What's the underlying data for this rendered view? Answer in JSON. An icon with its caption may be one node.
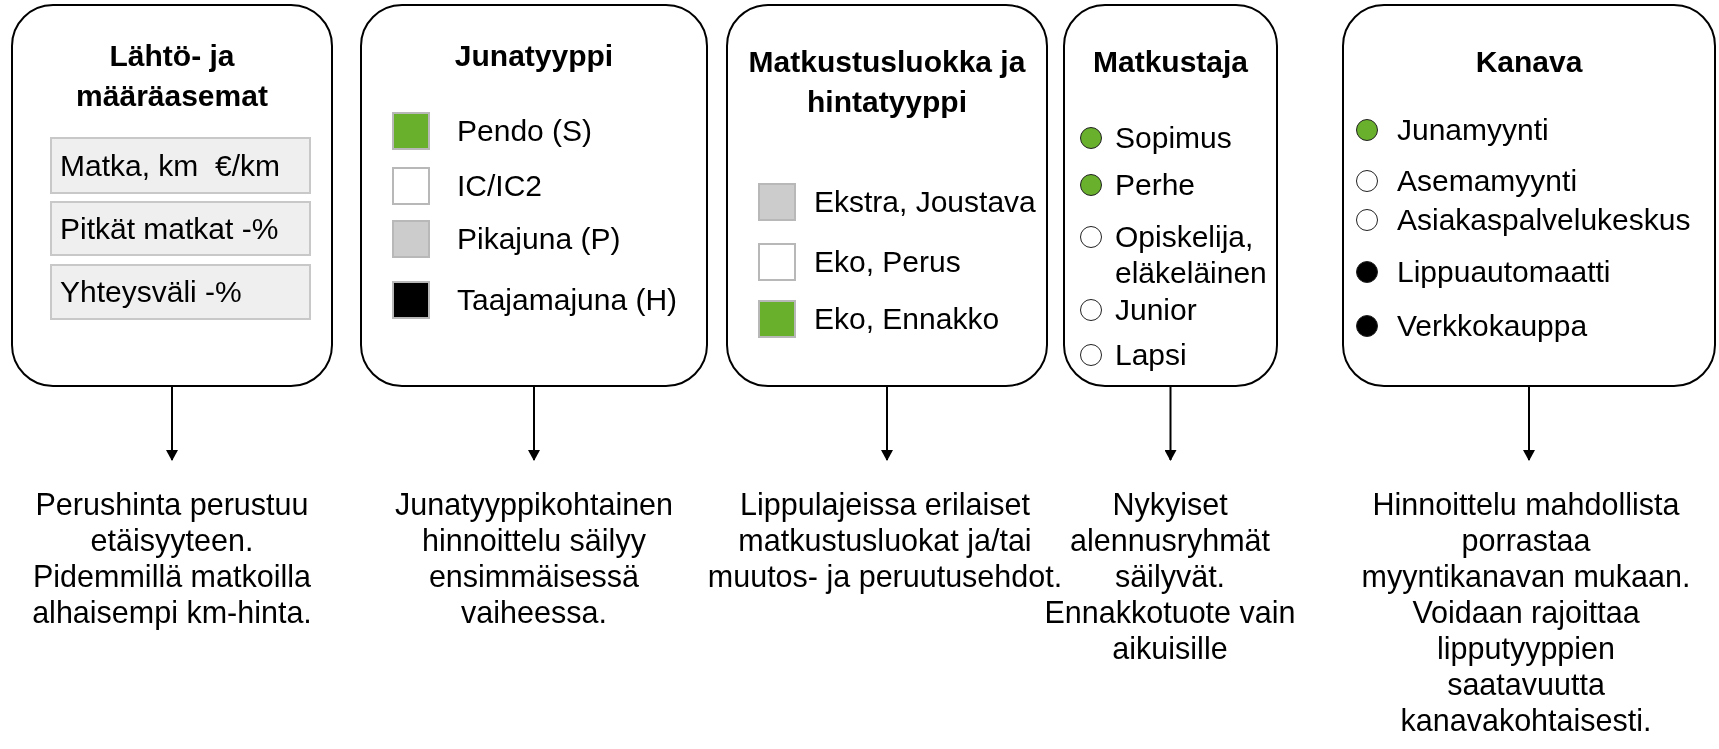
{
  "diagram": {
    "nodes": [
      {
        "text": [
          "Lähtö- ja määräasemat"
        ]
      },
      {
        "text": [
          "Matka, km  €/km"
        ],
        "in": 0
      },
      {
        "text": [
          "Pitkät matkat -%"
        ],
        "in": 0
      },
      {
        "text": [
          "Yhteysväli -%"
        ],
        "in": 0
      },
      {
        "text": [
          "Junatyyppi",
          "Pendo (S)",
          "IC/IC2",
          "Pikajuna (P)",
          "Taajamajuna (H)"
        ]
      },
      {
        "text": [
          "Matkustusluokka ja hintatyyppi",
          "Ekstra, Joustava",
          "Eko, Perus",
          "Eko, Ennakko"
        ]
      },
      {
        "text": [
          "Matkustaja",
          "Sopimus",
          "Perhe",
          "Opiskelija, eläkeläinen",
          "Junior",
          "Lapsi"
        ]
      },
      {
        "text": [
          "Kanava",
          "Junamyynti",
          "Asemamyynti",
          "Asiakaspalvelukeskus",
          "Lippuautomaatti",
          "Verkkokauppa"
        ]
      },
      {
        "text": [
          "Perushinta perustuu etäisyyteen. Pidemmillä matkoilla alhaisempi km-hinta."
        ]
      },
      {
        "text": [
          "Junatyyppikohtainen hinnoittelu säilyy ensimmäisessä vaiheessa."
        ]
      },
      {
        "text": [
          "Lippulajeissa erilaiset matkustusluokat ja/tai muutos- ja peruutusehdot."
        ]
      },
      {
        "text": [
          "Nykyiset alennusryhmät säilyvät. Ennakkotuote vain aikuisille"
        ]
      },
      {
        "text": [
          "Hinnoittelu mahdollista porrastaa myyntikanavan mukaan. Voidaan rajoittaa lipputyyppien saatavuutta kanavakohtaisesti."
        ]
      }
    ],
    "edges": [
      {
        "from": 0,
        "to": 8,
        "arrow": "to"
      },
      {
        "from": 4,
        "to": 9,
        "arrow": "to"
      },
      {
        "from": 5,
        "to": 10,
        "arrow": "to"
      },
      {
        "from": 6,
        "to": 11,
        "arrow": "to"
      },
      {
        "from": 7,
        "to": 12,
        "arrow": "to"
      }
    ]
  }
}
